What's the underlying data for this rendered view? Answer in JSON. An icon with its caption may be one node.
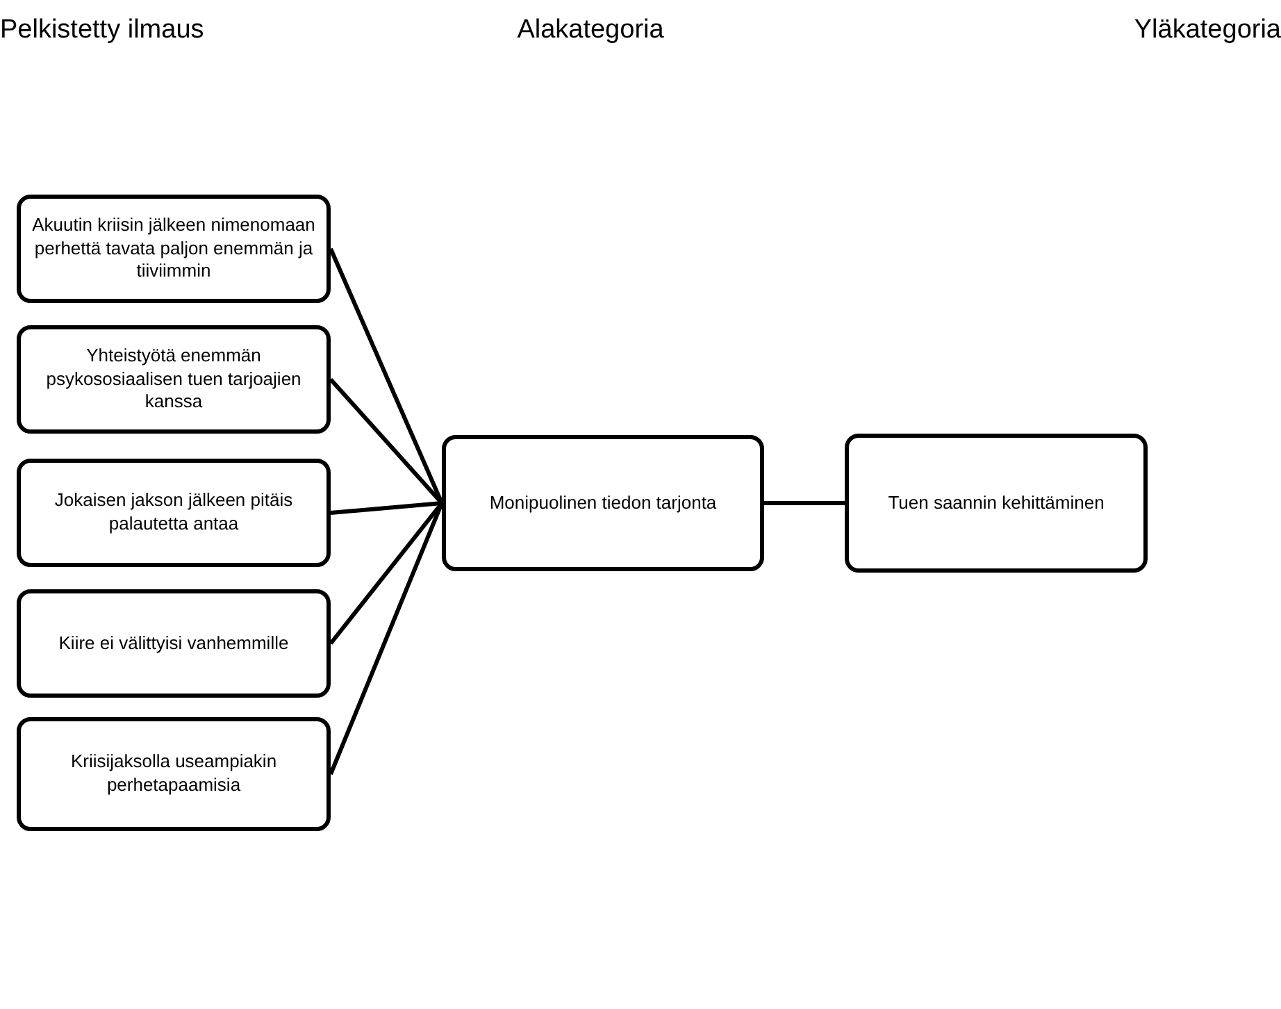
{
  "diagram": {
    "nodes": [
      {
        "text": [
          "Akuutin kriisin jälkeen nimenomaan perhettä tavata paljon enemmän ja tiiviimmin"
        ]
      },
      {
        "text": [
          "Yhteistyötä enemmän psykososiaalisen tuen tarjoajien kanssa"
        ]
      },
      {
        "text": [
          "Jokaisen jakson jälkeen pitäis palautetta antaa"
        ]
      },
      {
        "text": [
          "Kiire ei välittyisi vanhemmille"
        ]
      },
      {
        "text": [
          "Kriisijaksolla useampiakin perhetapaamisia"
        ]
      },
      {
        "text": [
          "Monipuolinen tiedon tarjonta"
        ]
      },
      {
        "text": [
          "Tuen saannin kehittäminen"
        ]
      }
    ],
    "edges": [
      {
        "from": 0,
        "to": 5,
        "arrow": "none"
      },
      {
        "from": 1,
        "to": 5,
        "arrow": "none"
      },
      {
        "from": 2,
        "to": 5,
        "arrow": "none"
      },
      {
        "from": 3,
        "to": 5,
        "arrow": "none"
      },
      {
        "from": 4,
        "to": 5,
        "arrow": "none"
      },
      {
        "from": 5,
        "to": 6,
        "arrow": "none"
      }
    ],
    "labels": [
      "Pelkistetty ilmaus",
      "Alakategoria",
      "Yläkategoria"
    ]
  }
}
